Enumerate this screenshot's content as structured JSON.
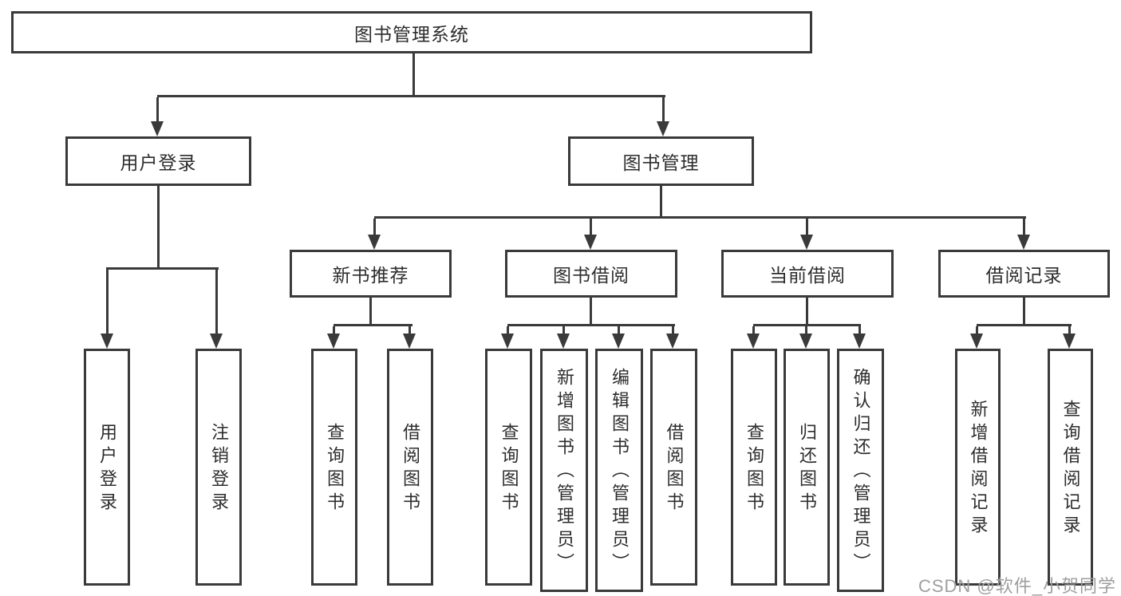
{
  "colors": {
    "line": "#3a3a3a",
    "text": "#2d2d2d",
    "watermark": "#9e9e9e",
    "background": "#ffffff"
  },
  "root": {
    "label": "图书管理系统"
  },
  "branches": [
    {
      "label": "用户登录"
    },
    {
      "label": "图书管理"
    }
  ],
  "modules": [
    {
      "label": "新书推荐"
    },
    {
      "label": "图书借阅"
    },
    {
      "label": "当前借阅"
    },
    {
      "label": "借阅记录"
    }
  ],
  "leaves": [
    {
      "label": "用户登录"
    },
    {
      "label": "注销登录"
    },
    {
      "label": "查询图书"
    },
    {
      "label": "借阅图书"
    },
    {
      "label": "查询图书"
    },
    {
      "label": "新增图书（管理员）"
    },
    {
      "label": "编辑图书（管理员）"
    },
    {
      "label": "借阅图书"
    },
    {
      "label": "查询图书"
    },
    {
      "label": "归还图书"
    },
    {
      "label": "确认归还（管理员）"
    },
    {
      "label": "新增借阅记录"
    },
    {
      "label": "查询借阅记录"
    }
  ],
  "watermark": {
    "text": "CSDN @软件_小贺同学"
  }
}
